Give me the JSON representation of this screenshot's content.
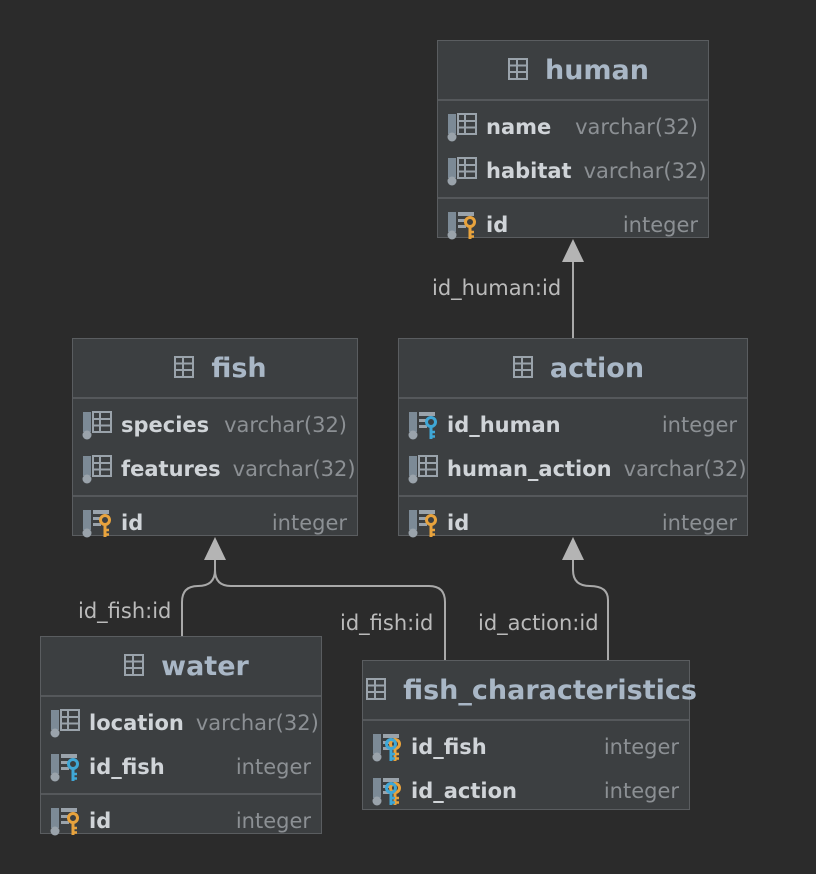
{
  "tables": {
    "human": {
      "title": "human",
      "columns": [
        {
          "name": "name",
          "type": "varchar(32)",
          "icon": "column-icon"
        },
        {
          "name": "habitat",
          "type": "varchar(32)",
          "icon": "column-icon"
        }
      ],
      "keys": [
        {
          "name": "id",
          "type": "integer",
          "icon": "primary-key-icon"
        }
      ]
    },
    "fish": {
      "title": "fish",
      "columns": [
        {
          "name": "species",
          "type": "varchar(32)",
          "icon": "column-icon"
        },
        {
          "name": "features",
          "type": "varchar(32)",
          "icon": "column-icon"
        }
      ],
      "keys": [
        {
          "name": "id",
          "type": "integer",
          "icon": "primary-key-icon"
        }
      ]
    },
    "action": {
      "title": "action",
      "columns": [
        {
          "name": "id_human",
          "type": "integer",
          "icon": "foreign-key-icon"
        },
        {
          "name": "human_action",
          "type": "varchar(32)",
          "icon": "column-icon"
        }
      ],
      "keys": [
        {
          "name": "id",
          "type": "integer",
          "icon": "primary-key-icon"
        }
      ]
    },
    "water": {
      "title": "water",
      "columns": [
        {
          "name": "location",
          "type": "varchar(32)",
          "icon": "column-icon"
        },
        {
          "name": "id_fish",
          "type": "integer",
          "icon": "foreign-key-icon"
        }
      ],
      "keys": [
        {
          "name": "id",
          "type": "integer",
          "icon": "primary-key-icon"
        }
      ]
    },
    "fish_characteristics": {
      "title": "fish_characteristics",
      "columns": [
        {
          "name": "id_fish",
          "type": "integer",
          "icon": "primary-foreign-key-icon"
        },
        {
          "name": "id_action",
          "type": "integer",
          "icon": "primary-foreign-key-icon"
        }
      ],
      "keys": []
    }
  },
  "relations": [
    {
      "label": "id_human:id",
      "from": "action",
      "to": "human"
    },
    {
      "label": "id_fish:id",
      "from": "water",
      "to": "fish"
    },
    {
      "label": "id_fish:id",
      "from": "fish_characteristics",
      "to": "fish"
    },
    {
      "label": "id_action:id",
      "from": "fish_characteristics",
      "to": "action"
    }
  ],
  "colors": {
    "background": "#2b2b2b",
    "table_fill": "#3c3f41",
    "title_text": "#a9b7c6",
    "arrow": "#a9a9a9",
    "key_gold": "#e8a33d",
    "fk_blue": "#3fa7d6"
  }
}
